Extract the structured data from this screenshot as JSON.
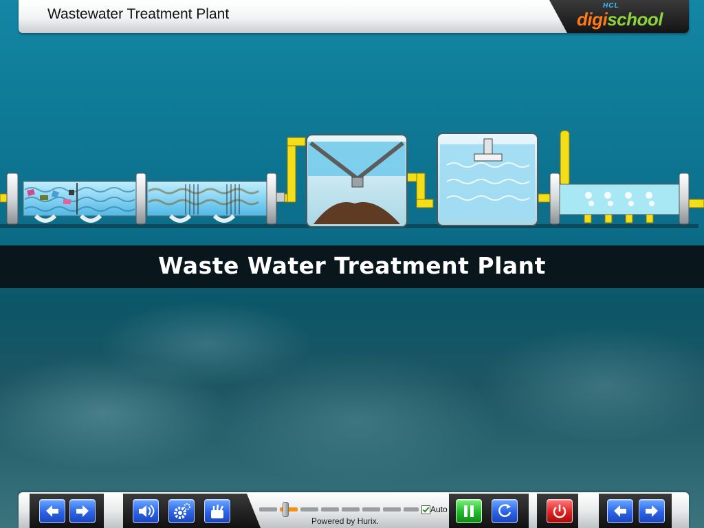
{
  "header": {
    "title": "Wastewater Treatment Plant",
    "logo_small": "HCL",
    "logo_part1": "digi",
    "logo_part2": "school"
  },
  "banner": {
    "text": "Waste Water Treatment Plant"
  },
  "controls": {
    "nav_left_1": "arrow-left-icon",
    "nav_right_1": "arrow-right-icon",
    "audio": "speaker-icon",
    "settings": "gear-icon",
    "tools": "toolkit-icon",
    "progress_segments": 8,
    "progress_active_segment": 1,
    "auto_checked": true,
    "auto_label": "Auto",
    "powered_by": "Powered by Hurix.",
    "pause": "pause-icon",
    "replay": "replay-icon",
    "exit": "power-icon",
    "nav_left_2": "arrow-left-icon",
    "nav_right_2": "arrow-right-icon"
  },
  "colors": {
    "accent_orange": "#f29216",
    "button_blue": "#2a62e8",
    "button_green": "#21b92a",
    "button_red": "#e02222",
    "background_teal": "#0f7d9a"
  }
}
